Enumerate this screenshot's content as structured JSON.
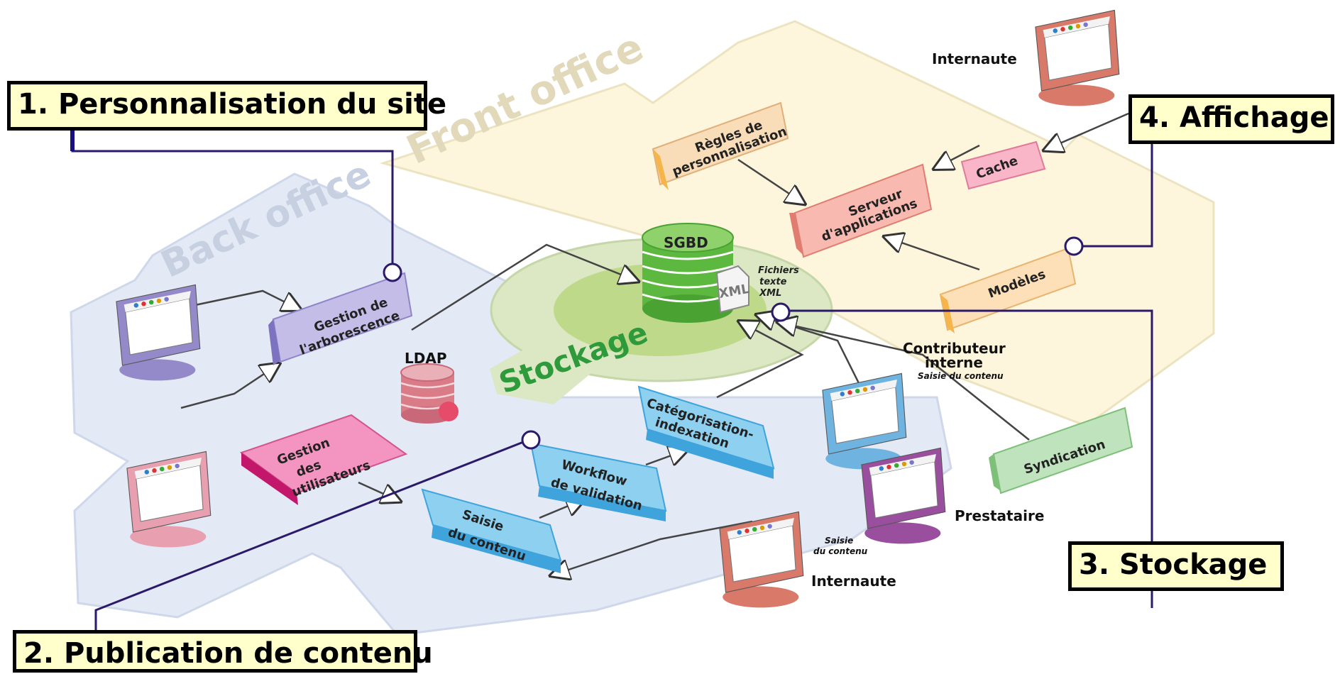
{
  "callouts": {
    "personnalisation": "1. Personnalisation du site",
    "publication": "2. Publication de contenu",
    "stockage": "3. Stockage",
    "affichage": "4. Affichage"
  },
  "zones": {
    "front_office": "Front office",
    "back_office": "Back office",
    "stockage": "Stockage"
  },
  "boxes": {
    "regles_1": "Règles de",
    "regles_2": "personnalisation",
    "cache": "Cache",
    "serveur_1": "Serveur",
    "serveur_2": "d'applications",
    "modeles": "Modèles",
    "gestion_arbo_1": "Gestion de",
    "gestion_arbo_2": "l'arborescence",
    "gestion_users_1": "Gestion",
    "gestion_users_2": "des",
    "gestion_users_3": "utilisateurs",
    "saisie_1": "Saisie",
    "saisie_2": "du contenu",
    "workflow_1": "Workflow",
    "workflow_2": "de validation",
    "categ_1": "Catégorisation-",
    "categ_2": "indexation",
    "syndication": "Syndication"
  },
  "storage": {
    "sgbd": "SGBD",
    "xml": "XML",
    "fichiers_1": "Fichiers",
    "fichiers_2": "texte",
    "fichiers_3": "XML",
    "ldap": "LDAP"
  },
  "actors": {
    "internaute_top": "Internaute",
    "contributeur_1": "Contributeur",
    "contributeur_2": "interne",
    "contributeur_3": "Saisie du contenu",
    "prestataire": "Prestataire",
    "saisie_1": "Saisie",
    "saisie_2": "du contenu",
    "internaute_bottom": "Internaute"
  },
  "colors": {
    "callout_bg": "#ffffcc",
    "front_office_bg": "#fdf6dc",
    "back_office_bg": "#e3e9f5",
    "stockage_green": "#2e9a3c",
    "connector": "#2b1a6a"
  }
}
